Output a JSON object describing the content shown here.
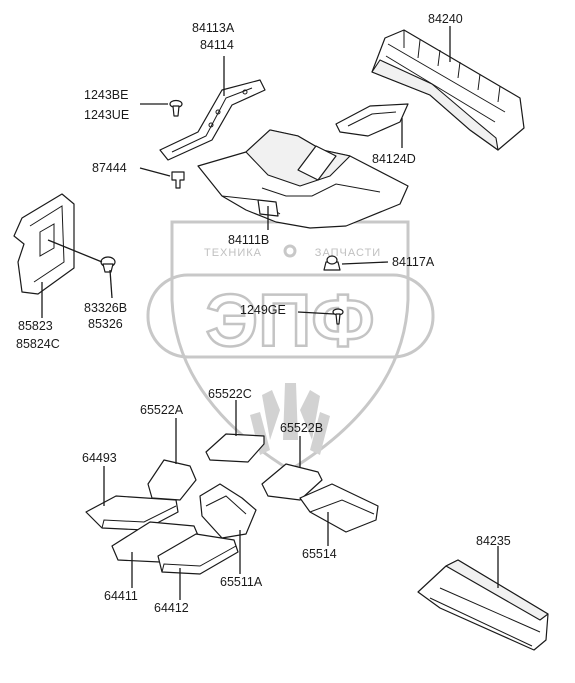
{
  "watermark": {
    "logo_text": "ЭПФ",
    "left_word": "ТЕХНИКА",
    "right_word": "ЗАПЧАСТИ",
    "color": "#c4c4c4"
  },
  "labels": {
    "l84113A": "84113A",
    "l84114": "84114",
    "l84240": "84240",
    "l1243BE": "1243BE",
    "l1243UE": "1243UE",
    "l87444": "87444",
    "l84124D": "84124D",
    "l84111B": "84111B",
    "l84117A": "84117A",
    "l83326B": "83326B",
    "l85326": "85326",
    "l85823": "85823",
    "l85824C": "85824C",
    "l1249GE": "1249GE",
    "l65522C": "65522C",
    "l65522A": "65522A",
    "l65522B": "65522B",
    "l64493": "64493",
    "l65514": "65514",
    "l84235": "84235",
    "l64411": "64411",
    "l64412": "64412",
    "l65511A": "65511A"
  },
  "colors": {
    "line": "#1a1a1a",
    "background": "#ffffff"
  }
}
